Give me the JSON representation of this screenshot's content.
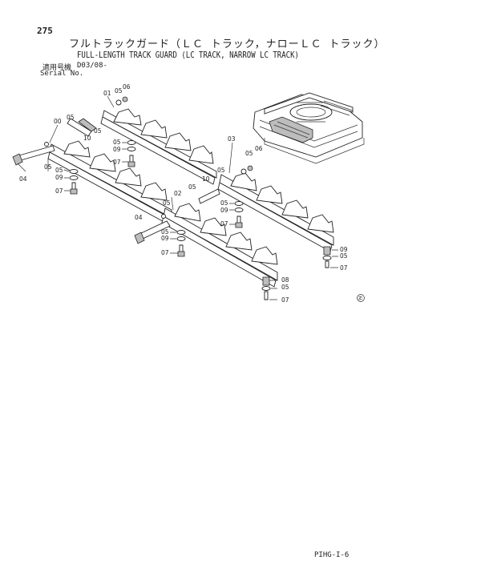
{
  "page_number": "275",
  "title_ja": "フルトラックガード（ＬＣ トラック，ナローＬＣ トラック）",
  "title_en": "FULL-LENGTH TRACK GUARD (LC TRACK, NARROW LC TRACK)",
  "serial_label_ja": "適用号機",
  "serial_label_en": "Serial No.",
  "serial_value": "D03/08-",
  "doc_code": "PIHG-I-6",
  "callouts": {
    "c00": "00",
    "c01": "01",
    "c02": "02",
    "c03": "03",
    "c04": "04",
    "c05": "05",
    "c06": "06",
    "c07": "07",
    "c08": "08",
    "c09": "09",
    "c10": "10"
  },
  "stamp": "㊣"
}
